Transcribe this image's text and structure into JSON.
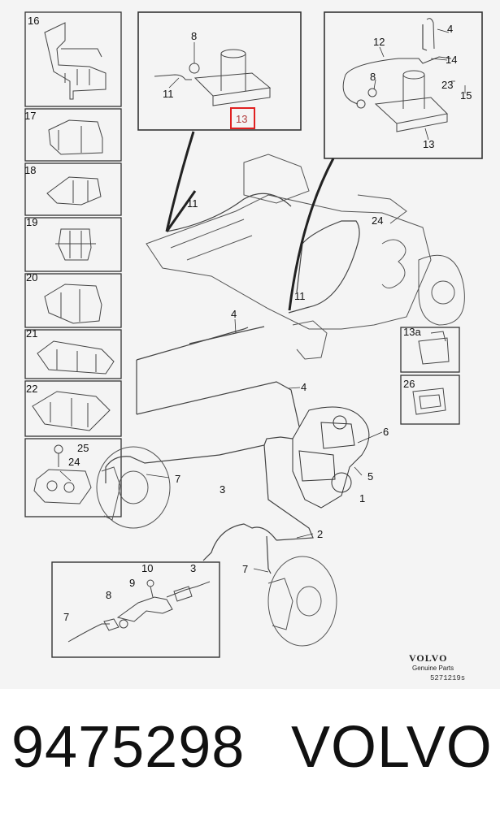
{
  "diagram": {
    "callouts": {
      "c16": "16",
      "c17": "17",
      "c18": "18",
      "c19": "19",
      "c20": "20",
      "c21": "21",
      "c22": "22",
      "c25": "25",
      "c24_left": "24",
      "c8_top": "8",
      "c11_top": "11",
      "c13_top": "13",
      "c12": "12",
      "c4_tr": "4",
      "c14": "14",
      "c8_tr": "8",
      "c23": "23",
      "c15": "15",
      "c13_tr": "13",
      "c11_mid": "11",
      "c24_mid": "24",
      "c11_low": "11",
      "c4_mid": "4",
      "c13a": "13a",
      "c26": "26",
      "c4_right": "4",
      "c6": "6",
      "c5": "5",
      "c1": "1",
      "c7_left": "7",
      "c3_mid": "3",
      "c2": "2",
      "c7_low": "7",
      "c10": "10",
      "c3_inset": "3",
      "c9": "9",
      "c8_inset": "8",
      "c7_inset": "7"
    },
    "highlighted_callout": "13",
    "highlight_color": "#e02020",
    "logo": {
      "brand": "VOLVO",
      "sub": "Genuine Parts",
      "ref": "5271219s"
    }
  },
  "caption": {
    "part_number": "9475298",
    "brand": "VOLVO"
  }
}
